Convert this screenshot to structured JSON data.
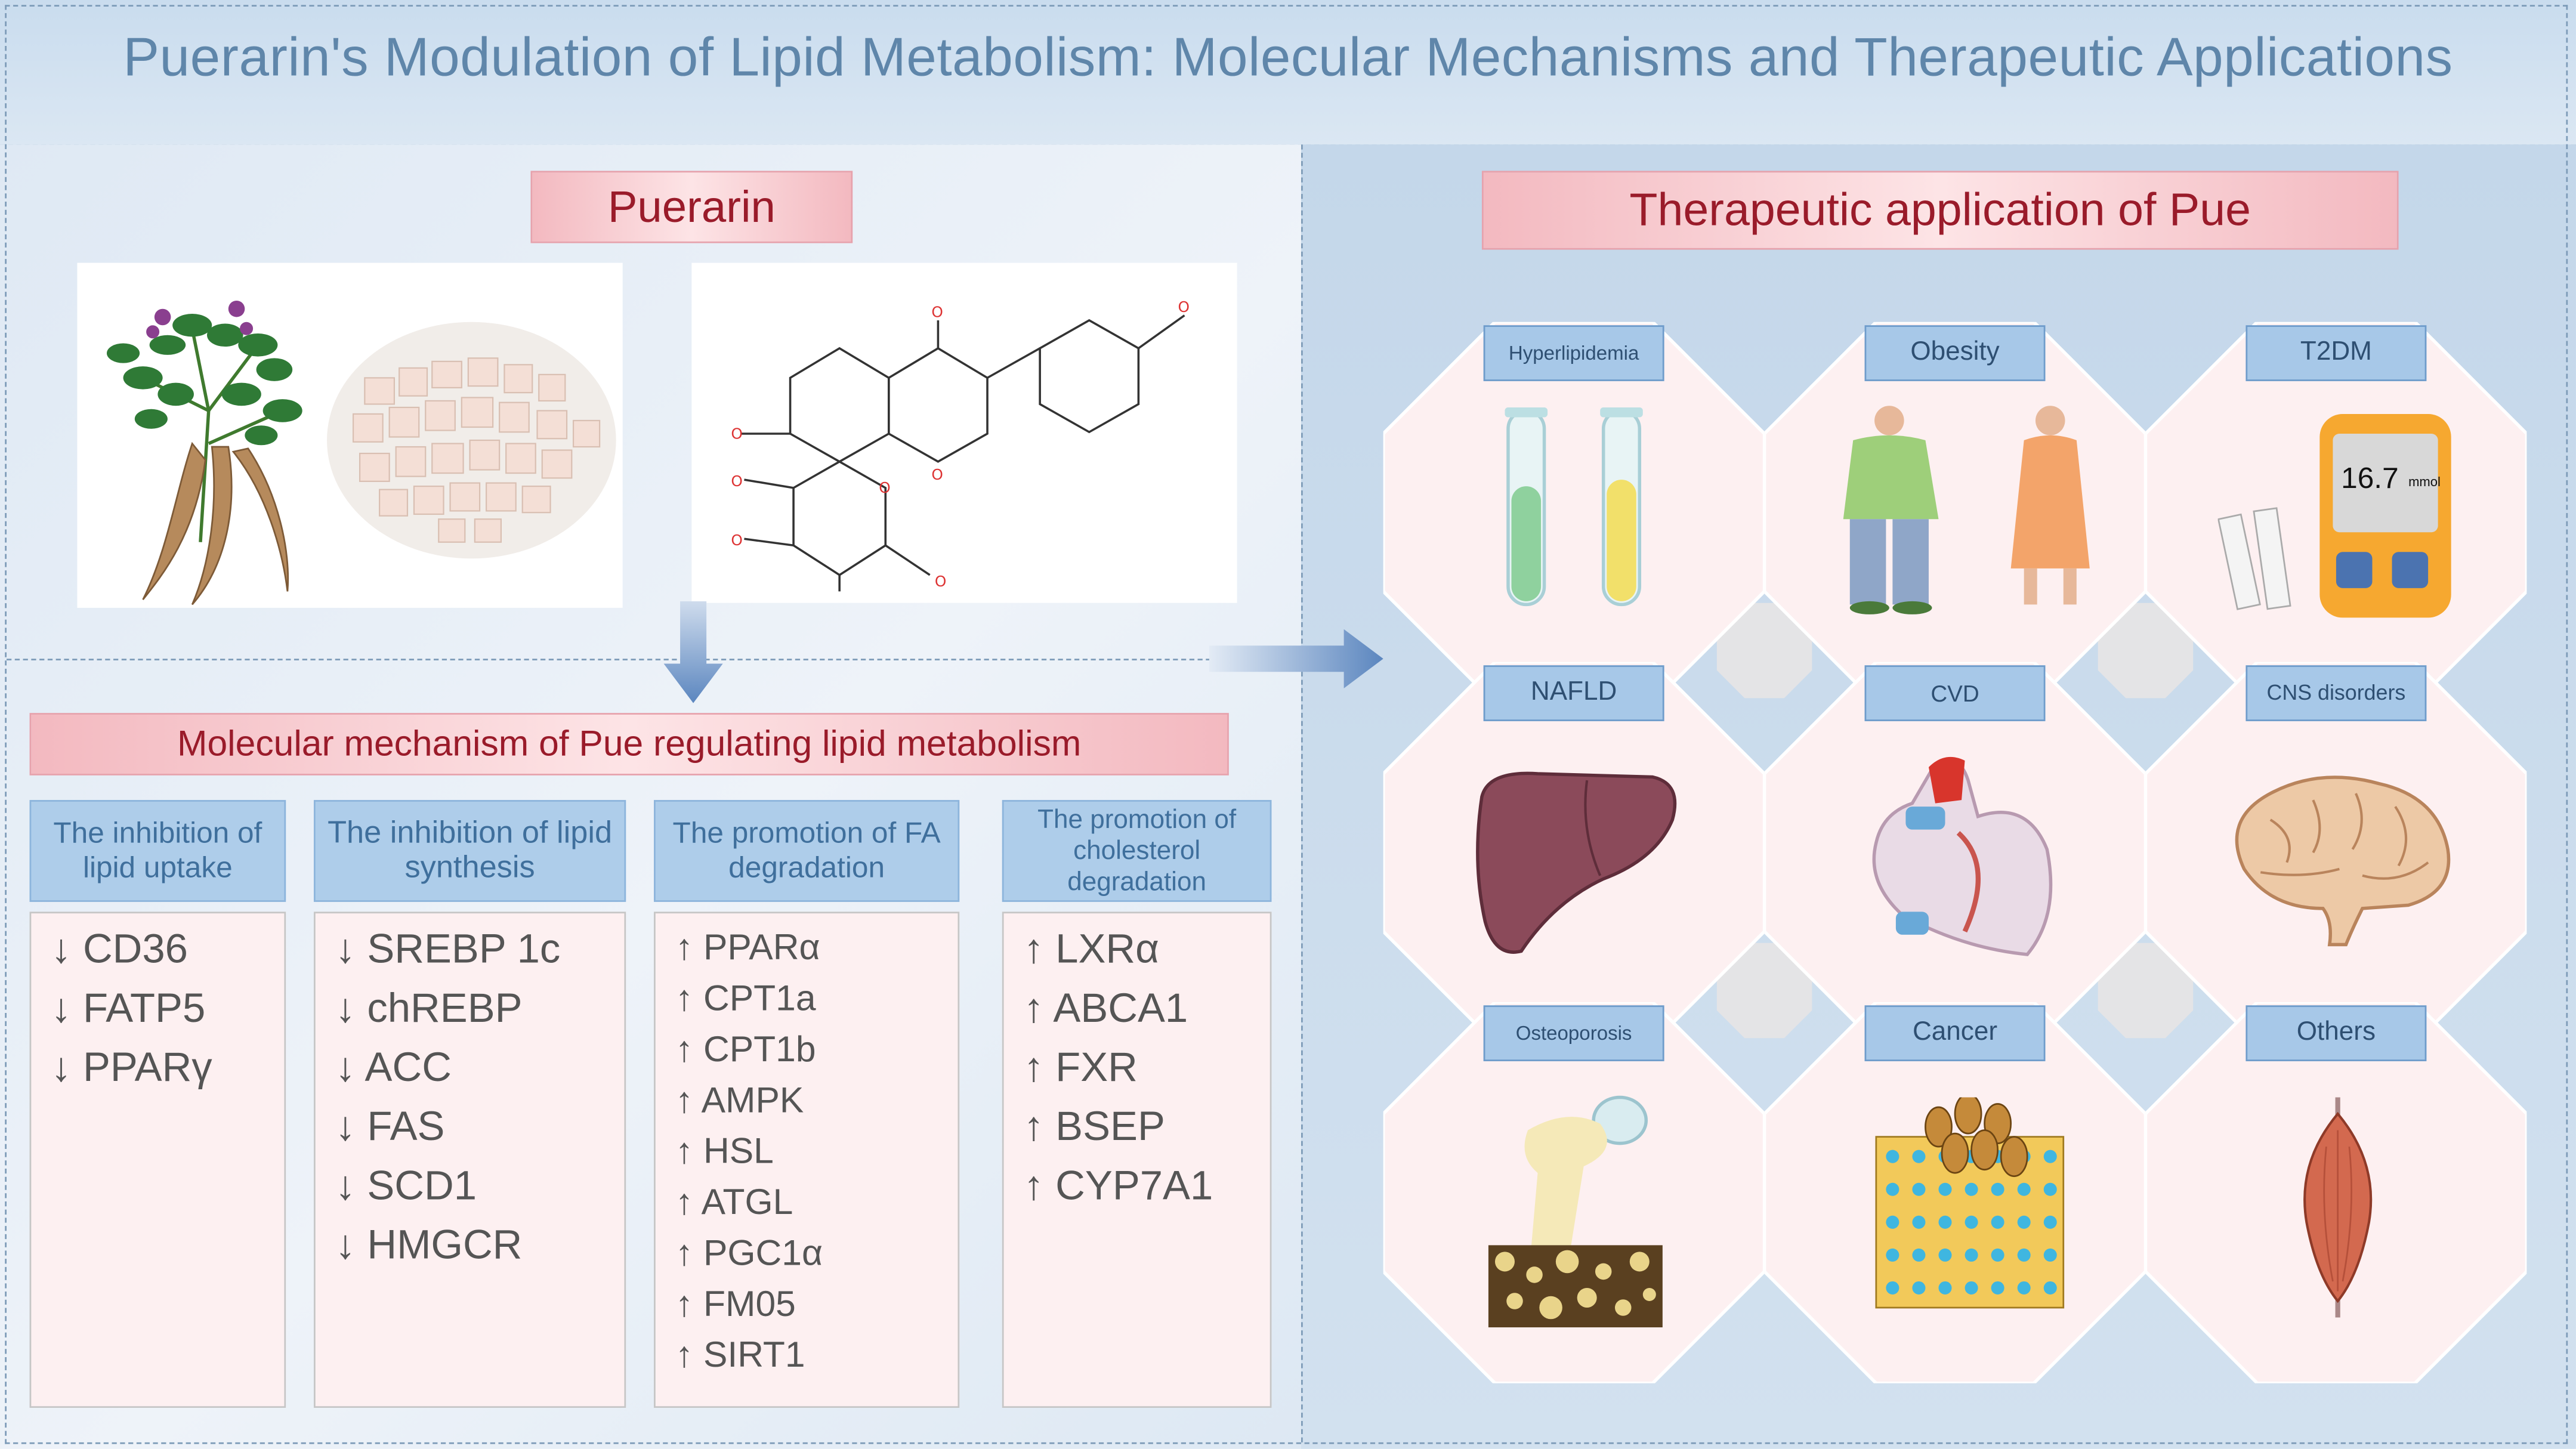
{
  "title": "Puerarin's Modulation of Lipid Metabolism: Molecular Mechanisms and Therapeutic Applications",
  "puerarin_label": "Puerarin",
  "therapeutic_label": "Therapeutic application of Pue",
  "mechanism_label": "Molecular mechanism of Pue regulating lipid metabolism",
  "mechanisms": [
    {
      "heading": "The inhibition of lipid uptake",
      "arrow": "↓",
      "items": [
        "CD36",
        "FATP5",
        "PPARγ"
      ]
    },
    {
      "heading": "The inhibition of lipid synthesis",
      "arrow": "↓",
      "items": [
        "SREBP 1c",
        "chREBP",
        "ACC",
        "FAS",
        "SCD1",
        "HMGCR"
      ]
    },
    {
      "heading": "The promotion of FA degradation",
      "arrow": "↑",
      "items": [
        "PPARα",
        "CPT1a",
        "CPT1b",
        "AMPK",
        "HSL",
        "ATGL",
        "PGC1α",
        "FM05",
        "SIRT1"
      ]
    },
    {
      "heading": "The promotion of cholesterol degradation",
      "arrow": "↑",
      "items": [
        "LXRα",
        "ABCA1",
        "FXR",
        "BSEP",
        "CYP7A1"
      ]
    }
  ],
  "applications": [
    {
      "label": "Hyperlipidemia",
      "icon": "test-tubes-icon"
    },
    {
      "label": "Obesity",
      "icon": "obese-people-icon"
    },
    {
      "label": "T2DM",
      "icon": "glucose-meter-icon"
    },
    {
      "label": "NAFLD",
      "icon": "liver-icon"
    },
    {
      "label": "CVD",
      "icon": "heart-icon"
    },
    {
      "label": "CNS disorders",
      "icon": "brain-icon"
    },
    {
      "label": "Osteoporosis",
      "icon": "bone-icon"
    },
    {
      "label": "Cancer",
      "icon": "cancer-cells-icon"
    },
    {
      "label": "Others",
      "icon": "muscle-icon"
    }
  ],
  "meter": {
    "reading": "16.7",
    "unit": "mmol"
  },
  "colors": {
    "title_text": "#5f86aa",
    "banner_text": "#9a1b2a",
    "mechanism_header_bg": "#aecdea",
    "card_bg": "#fdf0f1",
    "arrow": "#5b86bf"
  }
}
